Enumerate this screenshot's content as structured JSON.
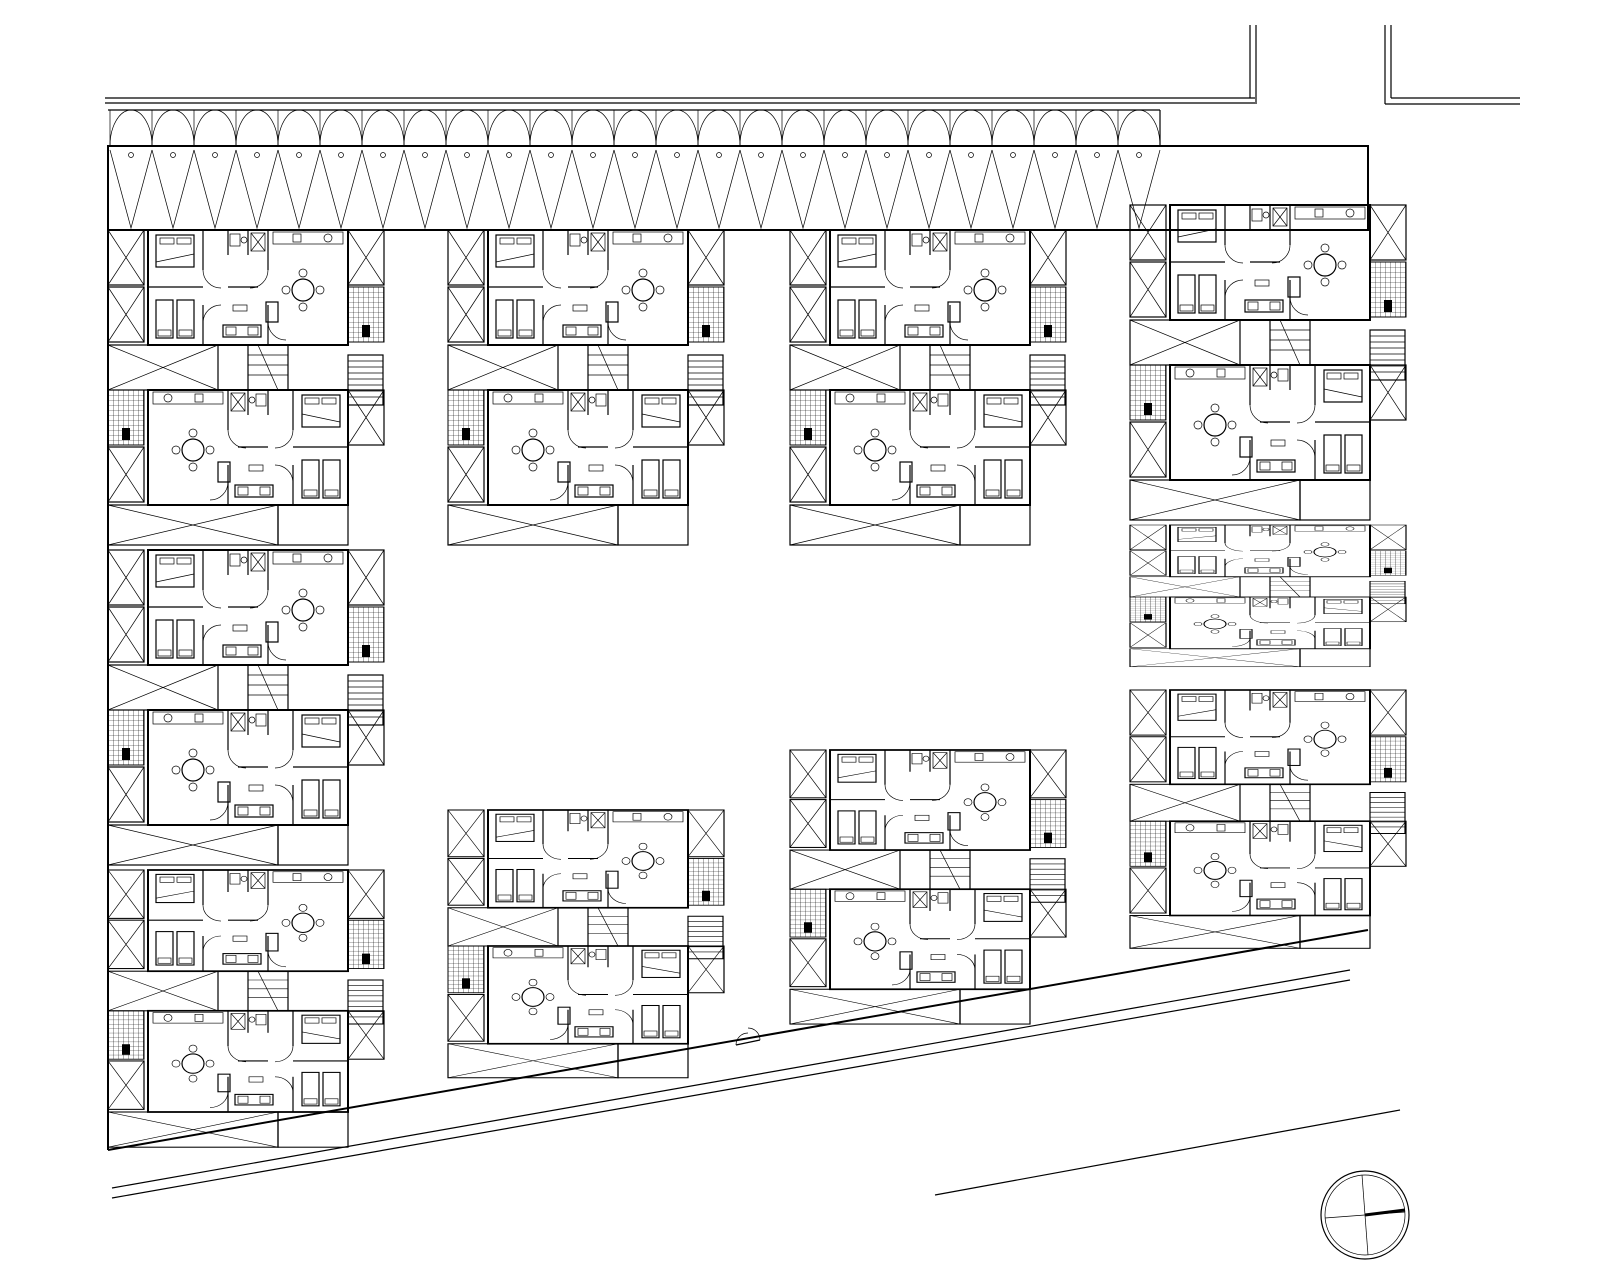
{
  "diagram": {
    "type": "architectural-site-plan",
    "title": "",
    "labels": [],
    "icons": [
      "compass-icon",
      "bed-icon",
      "dining-table-icon",
      "stair-icon",
      "parking-bay-icon",
      "toilet-icon",
      "sofa-icon"
    ],
    "colors": {
      "line": "#000000",
      "background": "#ffffff"
    },
    "blocks": [
      {
        "id": "block-west-1",
        "units": 2
      },
      {
        "id": "block-west-2",
        "units": 2
      },
      {
        "id": "block-west-3",
        "units": 2
      },
      {
        "id": "block-center-left-1",
        "units": 2
      },
      {
        "id": "block-center-left-2",
        "units": 2
      },
      {
        "id": "block-center-1",
        "units": 2
      },
      {
        "id": "block-center-2",
        "units": 2
      },
      {
        "id": "block-east-1",
        "units": 2
      },
      {
        "id": "block-east-2",
        "units": 2
      },
      {
        "id": "block-east-3",
        "units": 2
      }
    ]
  }
}
